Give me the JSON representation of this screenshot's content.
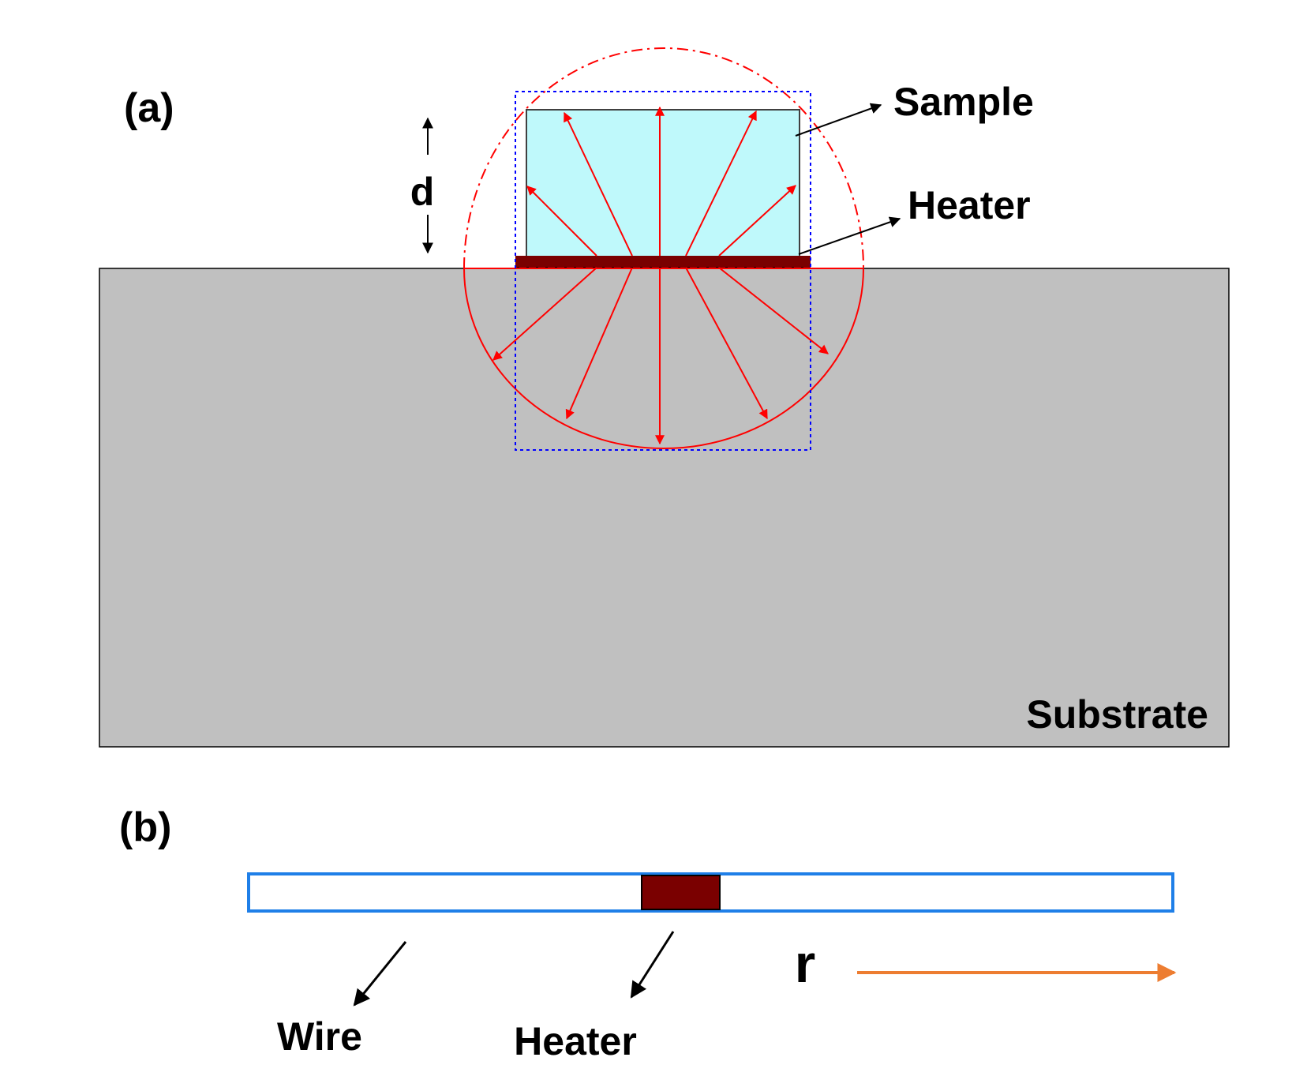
{
  "panel_a": {
    "label": "(a)",
    "dimension_label": "d",
    "sample_label": "Sample",
    "heater_label": "Heater",
    "substrate_label": "Substrate"
  },
  "panel_b": {
    "label": "(b)",
    "wire_label": "Wire",
    "heater_label": "Heater",
    "axis_label": "r"
  },
  "colors": {
    "substrate": "#c0c0c0",
    "sample": "#bff9fb",
    "heater": "#7a0000",
    "heat_flow": "#ff0000",
    "bounding_box": "#0000ff",
    "wire_outline": "#1f7fe8",
    "axis_arrow": "#ed7d31"
  }
}
